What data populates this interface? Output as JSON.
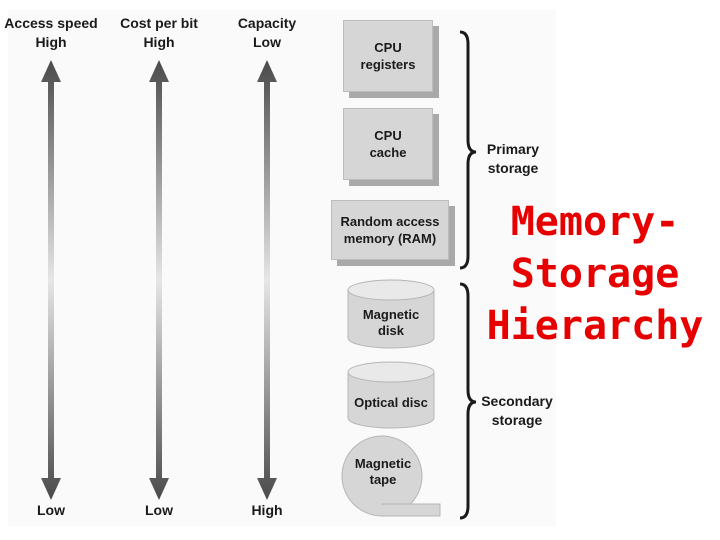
{
  "axes": [
    {
      "title": "Access speed",
      "top": "High",
      "bottom": "Low"
    },
    {
      "title": "Cost per bit",
      "top": "High",
      "bottom": "Low"
    },
    {
      "title": "Capacity",
      "top": "Low",
      "bottom": "High"
    }
  ],
  "devices": {
    "cpu_registers": "CPU registers",
    "cpu_cache": "CPU cache",
    "ram": "Random access memory (RAM)",
    "magnetic_disk": "Magnetic disk",
    "optical_disc": "Optical disc",
    "magnetic_tape": "Magnetic tape"
  },
  "groups": {
    "primary": "Primary storage",
    "secondary": "Secondary storage"
  },
  "title_lines": [
    "Memory-",
    "Storage",
    "Hierarchy"
  ],
  "colors": {
    "title": "#e60000",
    "box_fill": "#d6d6d6",
    "box_shadow": "#a9a9a9",
    "arrow_dark": "#4a4a4a",
    "arrow_light": "#e6e6e6"
  }
}
